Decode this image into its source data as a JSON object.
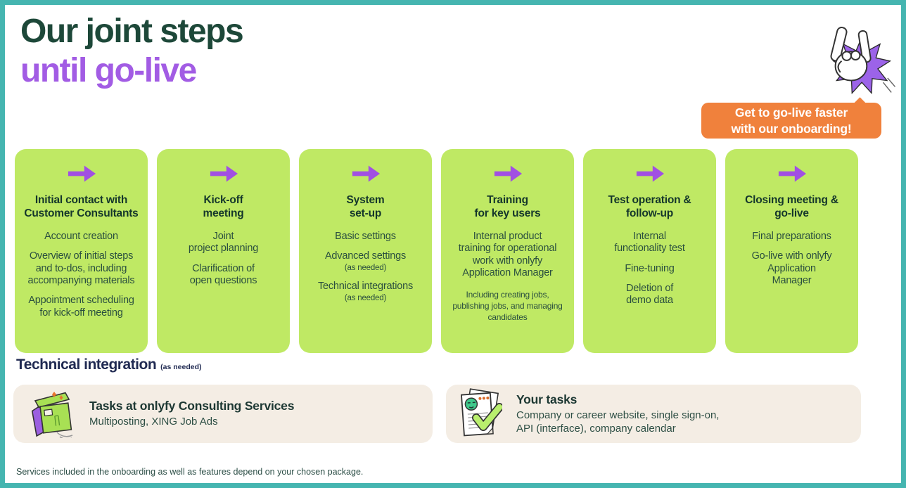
{
  "page": {
    "title_line1": "Our joint steps",
    "title_line2": "until go-live",
    "footer_note": "Services included in the onboarding as well as features depend on your chosen package."
  },
  "badge": {
    "text": "Get to go-live faster\nwith our onboarding!",
    "color": "#f0813c"
  },
  "illustrations": {
    "hand_icon": "rock-hand-starburst-icon",
    "starburst_color": "#9c63e9"
  },
  "colors": {
    "border_teal": "#45b5b0",
    "card_green": "#bfe964",
    "accent_purple": "#a25ce4",
    "title_green": "#1d4839",
    "heading_navy": "#202a52",
    "panel_beige": "#f4ede4"
  },
  "steps": [
    {
      "icon": "arrow-right-icon",
      "title": "Initial contact with\nCustomer Consultants",
      "items": [
        "Account creation",
        "Overview of initial steps\nand to-dos, including\naccompanying materials",
        "Appointment scheduling\nfor kick-off meeting"
      ]
    },
    {
      "icon": "arrow-right-icon",
      "title": "Kick-off\nmeeting",
      "items": [
        "Joint\nproject planning",
        "Clarification of\nopen questions"
      ]
    },
    {
      "icon": "arrow-right-icon",
      "title": "System\nset-up",
      "items": [
        "Basic settings",
        "Advanced settings",
        "(as needed)",
        "Technical integrations",
        "(as needed)"
      ]
    },
    {
      "icon": "arrow-right-icon",
      "title": "Training\nfor key users",
      "items": [
        "Internal product\ntraining for operational\nwork with onlyfy\nApplication Manager",
        "Including creating jobs,\npublishing jobs, and managing\ncandidates"
      ]
    },
    {
      "icon": "arrow-right-icon",
      "title": "Test operation &\nfollow-up",
      "items": [
        "Internal\nfunctionality test",
        "Fine-tuning",
        "Deletion of\ndemo data"
      ]
    },
    {
      "icon": "arrow-right-icon",
      "title": "Closing meeting &\ngo-live",
      "items": [
        "Final preparations",
        "Go-live with onlyfy\nApplication\nManager"
      ]
    }
  ],
  "technical_integration": {
    "heading": "Technical integration",
    "suffix": "(as needed)",
    "boxes": [
      {
        "icon": "package-box-icon",
        "title": "Tasks at onlyfy Consulting Services",
        "body": "Multiposting, XING Job Ads"
      },
      {
        "icon": "document-check-icon",
        "title": "Your tasks",
        "body": "Company or career website, single sign-on,\nAPI (interface), company calendar"
      }
    ]
  }
}
